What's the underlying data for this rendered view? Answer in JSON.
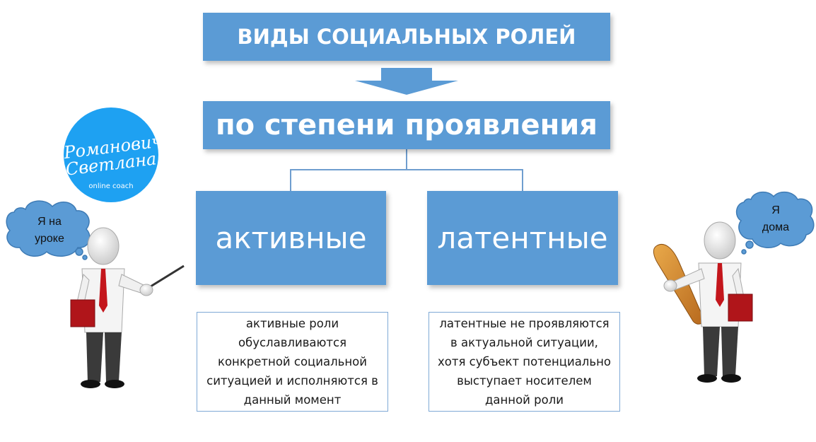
{
  "title": "ВИДЫ СОЦИАЛЬНЫХ РОЛЕЙ",
  "subtitle": "по степени проявления",
  "categories": [
    {
      "label": "активные",
      "description_lines": [
        "активные роли",
        "обуславливаются",
        "конкретной социальной",
        "ситуацией и исполняются в",
        "данный момент"
      ]
    },
    {
      "label": "латентные",
      "description_lines": [
        "латентные не проявляются",
        "в актуальной ситуации,",
        "хотя субъект потенциально",
        "выступает носителем",
        "данной роли"
      ]
    }
  ],
  "logo": {
    "name_line1": "Романович",
    "name_line2": "Светлана",
    "tagline": "online coach"
  },
  "left_bubble": {
    "line1": "Я на",
    "line2": "уроке"
  },
  "right_bubble": {
    "line1": "Я",
    "line2": "дома"
  },
  "colors": {
    "box": "#5b9bd5",
    "logo": "#1ea1f2",
    "bubble": "#5b9bd5",
    "tie": "#c4161c"
  }
}
